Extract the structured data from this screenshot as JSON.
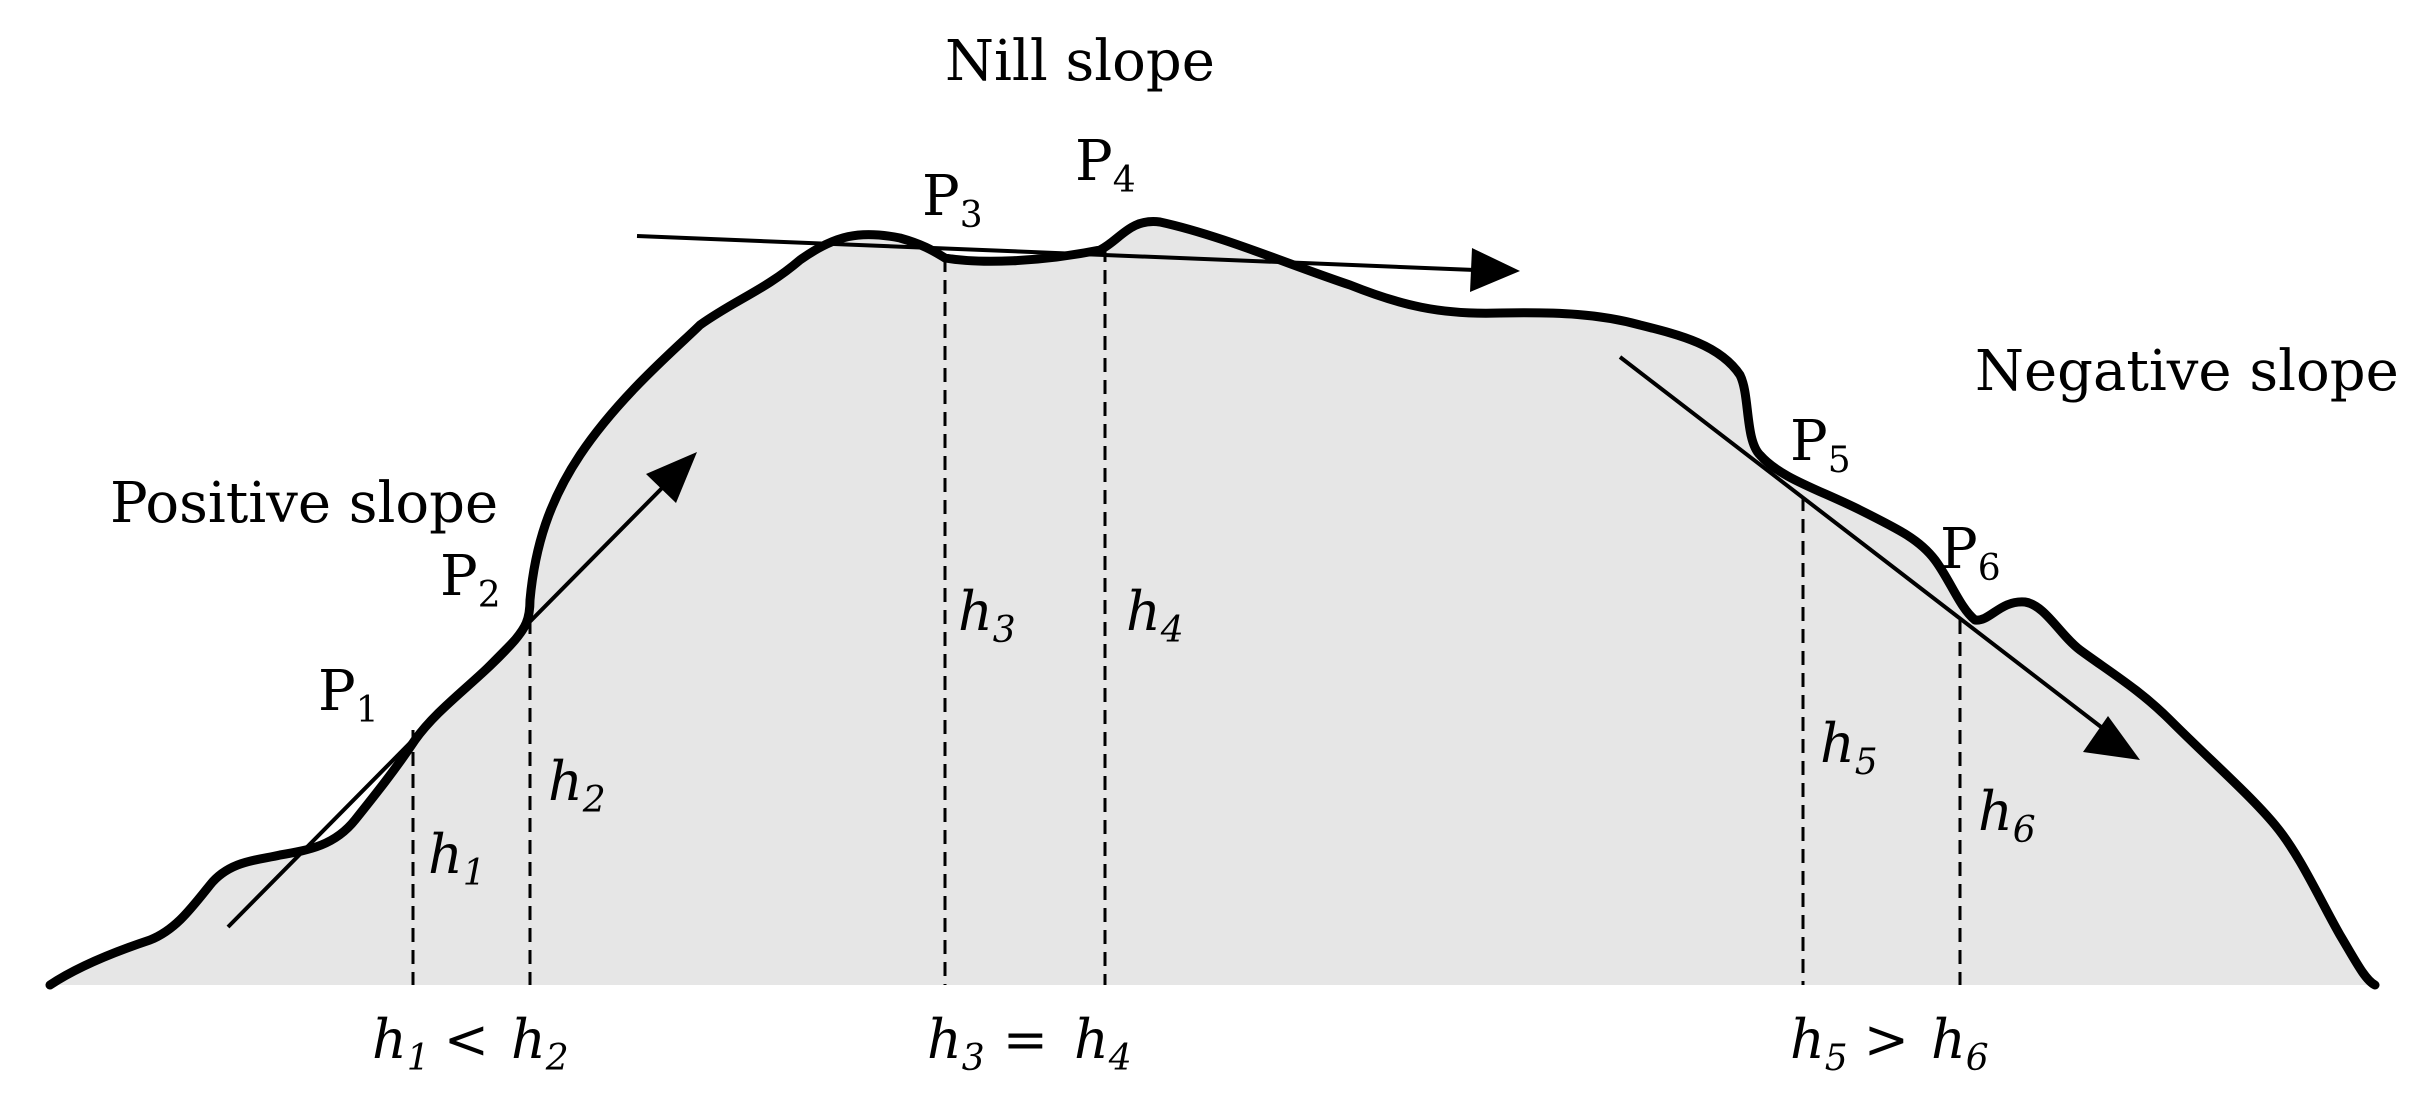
{
  "colors": {
    "fill": "#e6e6e6",
    "stroke": "#000000"
  },
  "labels": {
    "nill_slope": "Nill slope",
    "positive_slope": "Positive slope",
    "negative_slope": "Negative slope"
  },
  "points": [
    {
      "name": "P",
      "sub": "1"
    },
    {
      "name": "P",
      "sub": "2"
    },
    {
      "name": "P",
      "sub": "3"
    },
    {
      "name": "P",
      "sub": "4"
    },
    {
      "name": "P",
      "sub": "5"
    },
    {
      "name": "P",
      "sub": "6"
    }
  ],
  "heights": [
    {
      "name": "h",
      "sub": "1"
    },
    {
      "name": "h",
      "sub": "2"
    },
    {
      "name": "h",
      "sub": "3"
    },
    {
      "name": "h",
      "sub": "4"
    },
    {
      "name": "h",
      "sub": "5"
    },
    {
      "name": "h",
      "sub": "6"
    }
  ],
  "relations": [
    {
      "left": "h",
      "left_sub": "1",
      "op": "<",
      "right": "h",
      "right_sub": "2"
    },
    {
      "left": "h",
      "left_sub": "3",
      "op": "=",
      "right": "h",
      "right_sub": "4"
    },
    {
      "left": "h",
      "left_sub": "5",
      "op": ">",
      "right": "h",
      "right_sub": "6"
    }
  ]
}
